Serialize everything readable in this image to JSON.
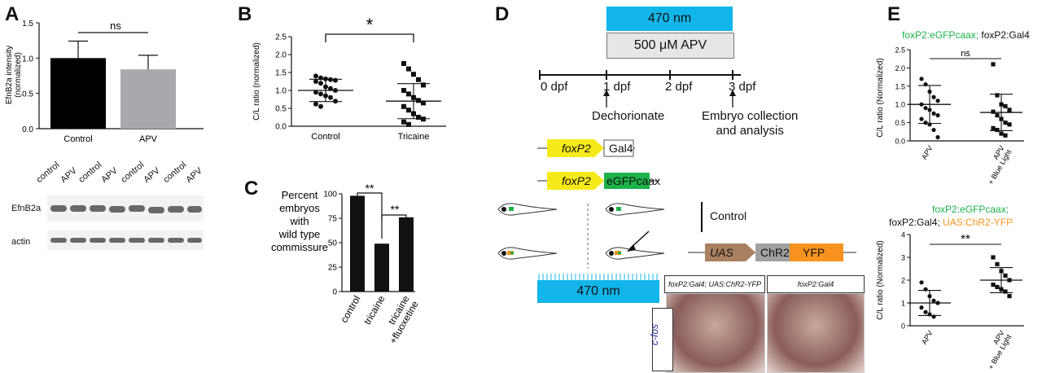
{
  "panels": {
    "A": {
      "letter": "A",
      "chart": {
        "type": "bar",
        "categories": [
          "Control",
          "APV"
        ],
        "values": [
          1.0,
          0.84
        ],
        "errors": [
          0.24,
          0.2
        ],
        "colors": [
          "#000000",
          "#a8a8ad"
        ],
        "ylabel": "EfnB2a intensity\n(normalized)",
        "ylim": [
          0,
          1.5
        ],
        "yticks": [
          "0.0",
          "0.5",
          "1.0",
          "1.5"
        ],
        "annotation": "ns"
      },
      "blot": {
        "lane_labels": [
          "control",
          "APV",
          "control",
          "APV",
          "control",
          "APV",
          "control",
          "APV"
        ],
        "row_labels": [
          "EfnB2a",
          "actin"
        ]
      }
    },
    "B": {
      "letter": "B",
      "chart_data": {
        "type": "scatter",
        "categories": [
          "Control",
          "Tricaine"
        ],
        "ylabel": "C/L ratio (normalized)",
        "ylim": [
          0,
          2.5
        ],
        "yticks": [
          "0.0",
          "0.5",
          "1.0",
          "1.5",
          "2.0",
          "2.5"
        ],
        "annotation": "*",
        "series": [
          {
            "values": [
              1.4,
              1.35,
              1.32,
              1.3,
              1.28,
              1.25,
              1.2,
              1.1,
              1.05,
              1.0,
              0.95,
              0.9,
              0.85,
              0.8,
              0.7,
              0.62,
              0.55
            ],
            "mean": 1.0,
            "sd": [
              0.69,
              1.31
            ],
            "marker": "circle"
          },
          {
            "values": [
              1.75,
              1.6,
              1.45,
              1.3,
              1.15,
              1.0,
              0.9,
              0.8,
              0.72,
              0.65,
              0.55,
              0.45,
              0.35,
              0.25,
              0.2,
              0.12,
              0.05
            ],
            "mean": 0.7,
            "sd": [
              0.21,
              1.19
            ],
            "marker": "square"
          }
        ]
      }
    },
    "C": {
      "letter": "C",
      "chart_data": {
        "type": "bar",
        "categories": [
          "control",
          "tricaine",
          "tricaine\n+fluoxetine"
        ],
        "values": [
          98,
          49,
          76
        ],
        "ylabel": "Percent\nembryos\nwith\nwild type\ncommissure",
        "ylim": [
          0,
          100
        ],
        "yticks": [
          "0",
          "25",
          "50",
          "75",
          "100"
        ],
        "annotations": [
          "**",
          "**"
        ]
      }
    },
    "D": {
      "letter": "D",
      "timeline": {
        "box_light": "470 nm",
        "box_drug": "500 μM APV",
        "ticks": [
          "0 dpf",
          "1 dpf",
          "2 dpf",
          "3 dpf"
        ],
        "events": [
          "Dechorionate",
          "Embryo collection\nand analysis"
        ]
      },
      "constructs": {
        "c1_promoter": "foxP2",
        "c1_gene": "Gal4",
        "c2_promoter": "foxP2",
        "c2_gene": "eGFPcaax",
        "c3_promoter": "UAS",
        "c3_gene1": "ChR2",
        "c3_gene2": "YFP"
      },
      "control_label": "Control",
      "light_bar": "470 nm",
      "photo_labels": [
        "foxP2:Gal4; UAS:ChR2-YFP",
        "foxP2:Gal4"
      ],
      "stain_label": "c-fos"
    },
    "E": {
      "letter": "E",
      "top": {
        "title_green": "foxP2:eGFPcaax;",
        "title_black": " foxP2:Gal4",
        "chart_data": {
          "type": "scatter",
          "categories": [
            "APV",
            "APV\n+ Blue Light"
          ],
          "ylabel": "C/L ratio (Normalized)",
          "ylim": [
            0,
            2.5
          ],
          "yticks": [
            "0.0",
            "0.5",
            "1.0",
            "1.5",
            "2.0",
            "2.5"
          ],
          "annotation": "ns",
          "series": [
            {
              "values": [
                1.7,
                1.55,
                1.35,
                1.2,
                1.1,
                1.0,
                0.9,
                0.85,
                0.75,
                0.7,
                0.6,
                0.5,
                0.45,
                0.3,
                0.1
              ],
              "mean": 1.0,
              "sd": [
                0.48,
                1.52
              ],
              "marker": "circle"
            },
            {
              "values": [
                2.1,
                1.25,
                1.0,
                0.95,
                0.85,
                0.8,
                0.7,
                0.6,
                0.5,
                0.45,
                0.35,
                0.3,
                0.2,
                0.15
              ],
              "mean": 0.78,
              "sd": [
                0.28,
                1.28
              ],
              "marker": "square"
            }
          ]
        }
      },
      "bottom": {
        "title_green": "foxP2:eGFPcaax;",
        "title_black": "foxP2:Gal4; ",
        "title_orange": "UAS:ChR2-YFP",
        "chart_data": {
          "type": "scatter",
          "categories": [
            "APV",
            "APV\n+ Blue Light"
          ],
          "ylabel": "C/L ratio (Normalized)",
          "ylim": [
            0,
            4
          ],
          "yticks": [
            "0",
            "1",
            "2",
            "3",
            "4"
          ],
          "annotation": "**",
          "series": [
            {
              "values": [
                1.9,
                1.6,
                1.3,
                1.1,
                1.0,
                0.8,
                0.6,
                0.5,
                0.4
              ],
              "mean": 1.0,
              "sd": [
                0.45,
                1.55
              ],
              "marker": "circle"
            },
            {
              "values": [
                3.0,
                2.7,
                2.4,
                2.2,
                2.0,
                1.8,
                1.7,
                1.6,
                1.5,
                1.3
              ],
              "mean": 2.0,
              "sd": [
                1.45,
                2.55
              ],
              "marker": "square"
            }
          ]
        }
      }
    }
  }
}
